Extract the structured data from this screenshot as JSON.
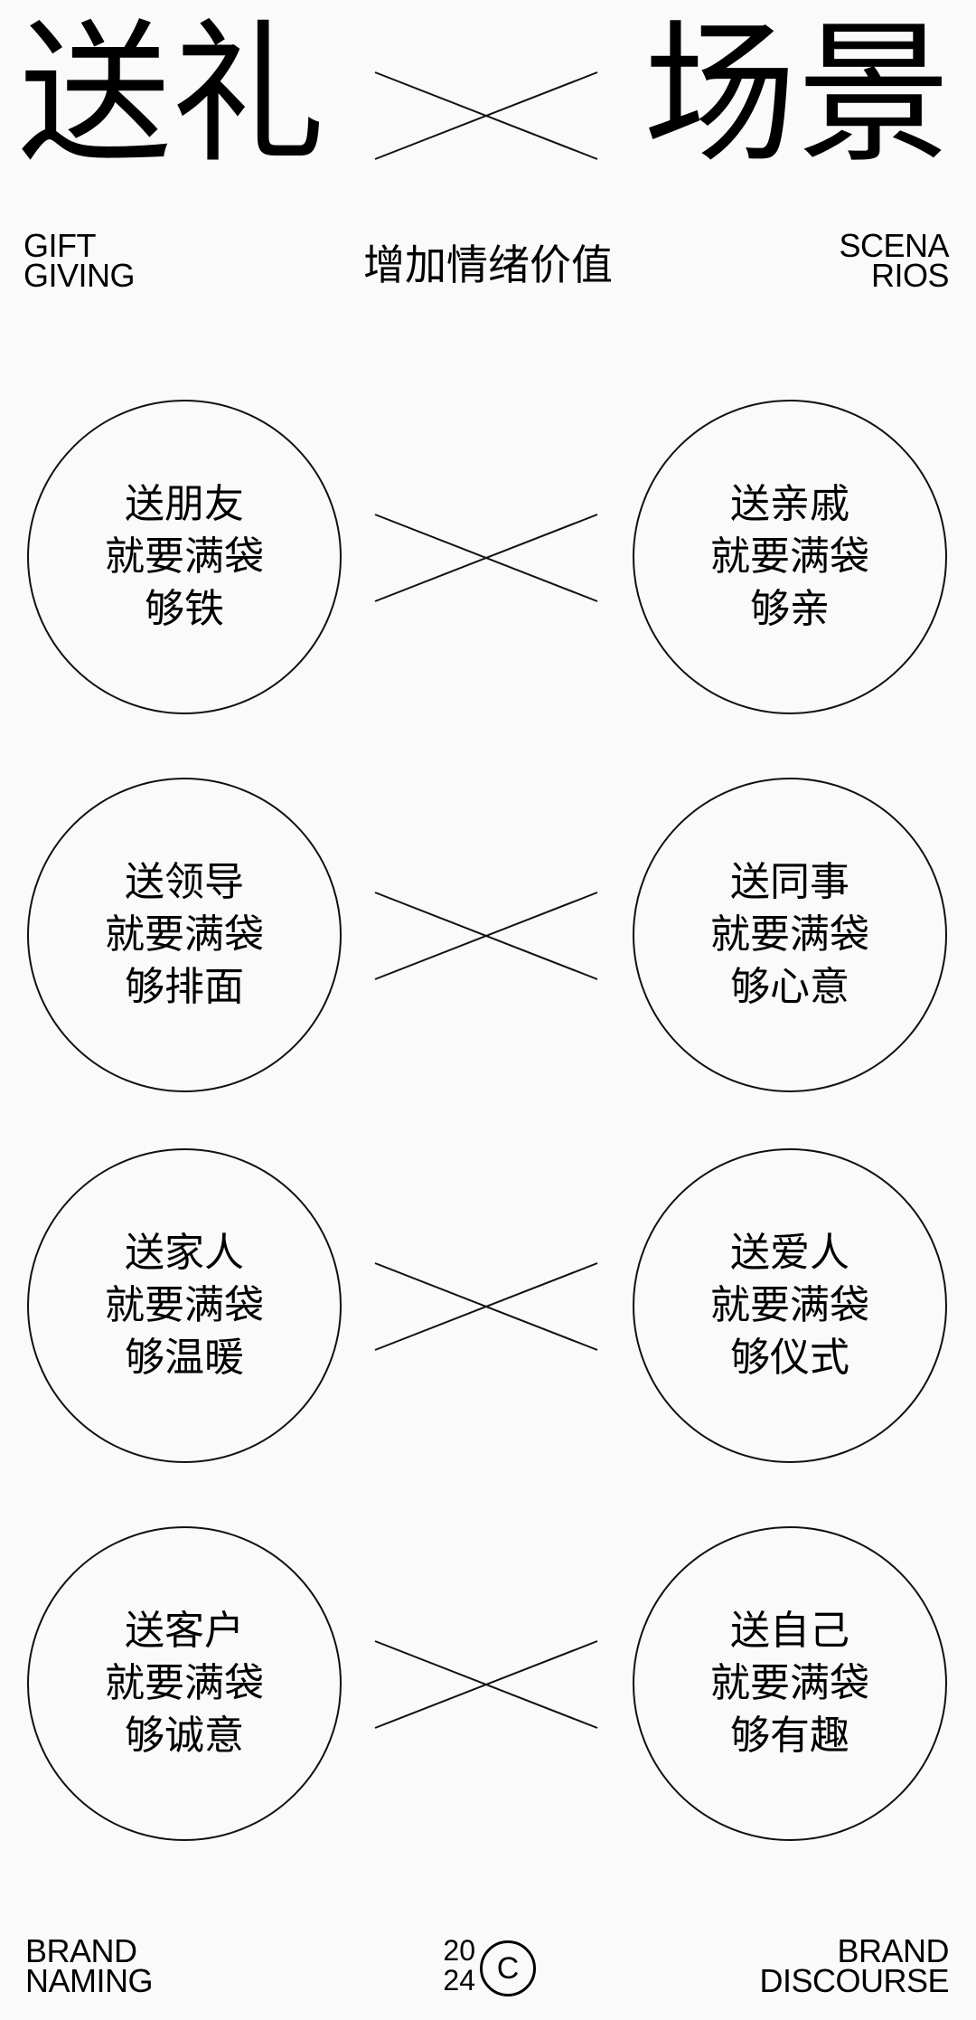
{
  "header": {
    "title_left": "送礼",
    "title_right": "场景",
    "left_en": [
      "GIFT",
      "GIVING"
    ],
    "right_en": [
      "SCENA",
      "RIOS"
    ],
    "subtitle": "增加情绪价值"
  },
  "scenarios": [
    {
      "left": [
        "送朋友",
        "就要满袋",
        "够铁"
      ],
      "right": [
        "送亲戚",
        "就要满袋",
        "够亲"
      ]
    },
    {
      "left": [
        "送领导",
        "就要满袋",
        "够排面"
      ],
      "right": [
        "送同事",
        "就要满袋",
        "够心意"
      ]
    },
    {
      "left": [
        "送家人",
        "就要满袋",
        "够温暖"
      ],
      "right": [
        "送爱人",
        "就要满袋",
        "够仪式"
      ]
    },
    {
      "left": [
        "送客户",
        "就要满袋",
        "够诚意"
      ],
      "right": [
        "送自己",
        "就要满袋",
        "够有趣"
      ]
    }
  ],
  "footer": {
    "left": [
      "BRAND",
      "NAMING"
    ],
    "year": [
      "20",
      "24"
    ],
    "copyright_symbol": "C",
    "right": [
      "BRAND",
      "DISCOURSE"
    ]
  },
  "colors": {
    "background": "#fafafa",
    "ink": "#000000"
  }
}
